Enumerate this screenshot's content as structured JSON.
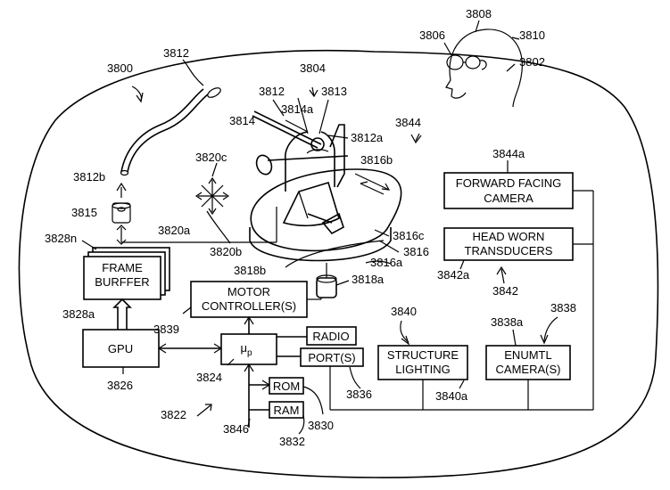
{
  "figure": {
    "reference_labels": {
      "system": "3800",
      "fiber": "3812",
      "fiber_end": "3812b",
      "lens": "3815",
      "frame_buffer_stack": "3828n",
      "frame_buffer": "3828a",
      "gpu": "3826",
      "motor_controller": "3839",
      "processor": "3824",
      "rom": "3830",
      "ram": "3832",
      "bus": "3846",
      "control_subsystem": "3822",
      "port": "3836",
      "beam_dirs": "3820c",
      "beam_dir_a": "3820a",
      "beam_dir_b": "3820b",
      "scanner": "3804",
      "fiber_top": "3812",
      "fiber_tip": "3813",
      "mount": "3814",
      "mount_a": "3814a",
      "fiber_a": "3812a",
      "platform_b": "3816b",
      "platform_c": "3816c",
      "platform": "3816",
      "platform_a": "3816a",
      "base_b": "3818b",
      "base_a": "3818a",
      "sensor_group": "3844",
      "forward_camera": "3844a",
      "transducers": "3842a",
      "transducer_group": "3842",
      "structured_light_group": "3840",
      "structured_light": "3840a",
      "env_camera_group": "3838",
      "env_camera": "3838a",
      "eye_user": "3806",
      "eye_ref": "3808",
      "head": "3810",
      "user": "3802"
    },
    "boxes": {
      "frame_buffer_l1": "FRAME",
      "frame_buffer_l2": "BURFFER",
      "gpu": "GPU",
      "motor_l1": "MOTOR",
      "motor_l2": "CONTROLLER(S)",
      "processor_main": "μ",
      "processor_sub": "p",
      "radio": "RADIO",
      "port": "PORT(S)",
      "rom": "ROM",
      "ram": "RAM",
      "forward_l1": "FORWARD FACING",
      "forward_l2": "CAMERA",
      "head_l1": "HEAD WORN",
      "head_l2": "TRANSDUCERS",
      "structure_l1": "STRUCTURE",
      "structure_l2": "LIGHTING",
      "env_l1": "ENUMTL",
      "env_l2": "CAMERA(S)"
    }
  }
}
